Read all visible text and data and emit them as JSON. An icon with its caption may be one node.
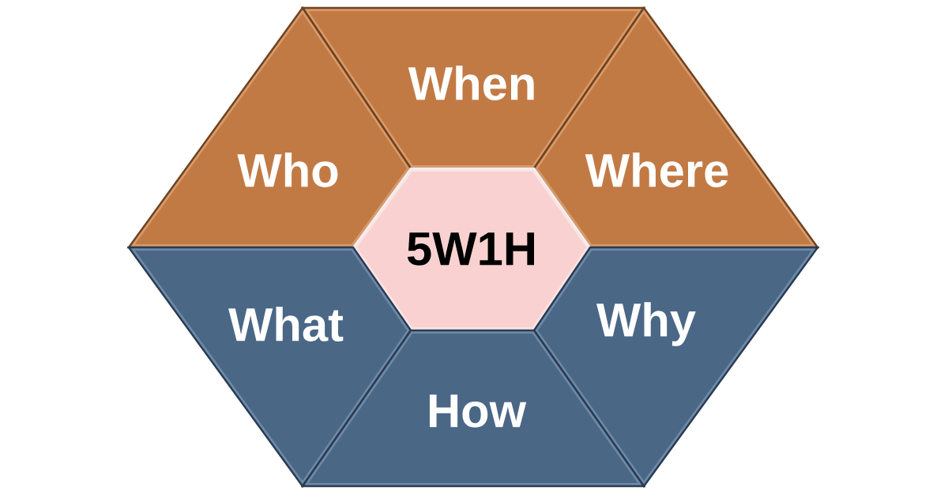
{
  "diagram": {
    "nodes": [
      {
        "text": [
          "When"
        ]
      },
      {
        "text": [
          "Who"
        ]
      },
      {
        "text": [
          "Where"
        ]
      },
      {
        "text": [
          "5W1H"
        ]
      },
      {
        "text": [
          "What"
        ]
      },
      {
        "text": [
          "Why"
        ]
      },
      {
        "text": [
          "How"
        ]
      }
    ]
  }
}
